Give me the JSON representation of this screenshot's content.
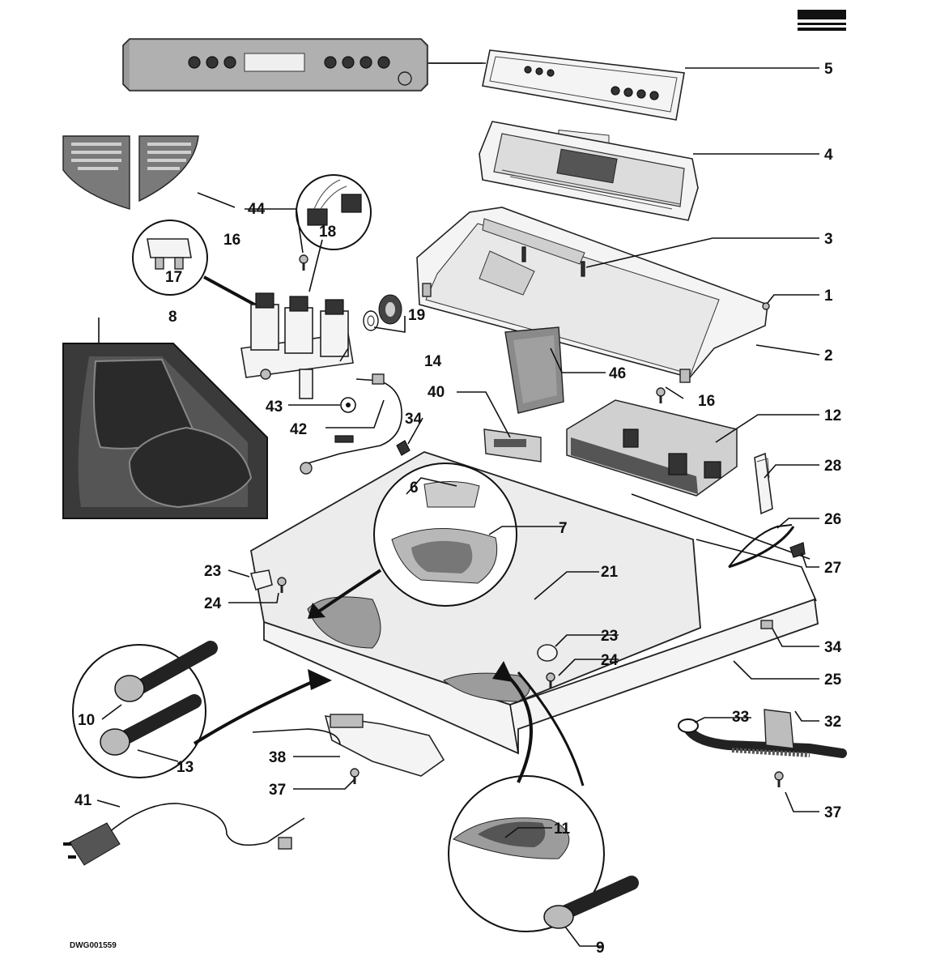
{
  "drawing": {
    "code": "DWG001559"
  },
  "callouts": {
    "c1": "1",
    "c2": "2",
    "c3": "3",
    "c4": "4",
    "c5": "5",
    "c6": "6",
    "c7": "7",
    "c8": "8",
    "c9": "9",
    "c10": "10",
    "c11": "11",
    "c12": "12",
    "c13": "13",
    "c14": "14",
    "c16a": "16",
    "c16b": "16",
    "c17": "17",
    "c18": "18",
    "c19": "19",
    "c21": "21",
    "c23a": "23",
    "c23b": "23",
    "c24a": "24",
    "c24b": "24",
    "c25": "25",
    "c26": "26",
    "c27": "27",
    "c28": "28",
    "c32": "32",
    "c33": "33",
    "c34a": "34",
    "c34b": "34",
    "c37a": "37",
    "c37b": "37",
    "c38": "38",
    "c40": "40",
    "c41": "41",
    "c42": "42",
    "c43": "43",
    "c44": "44",
    "c46": "46"
  }
}
